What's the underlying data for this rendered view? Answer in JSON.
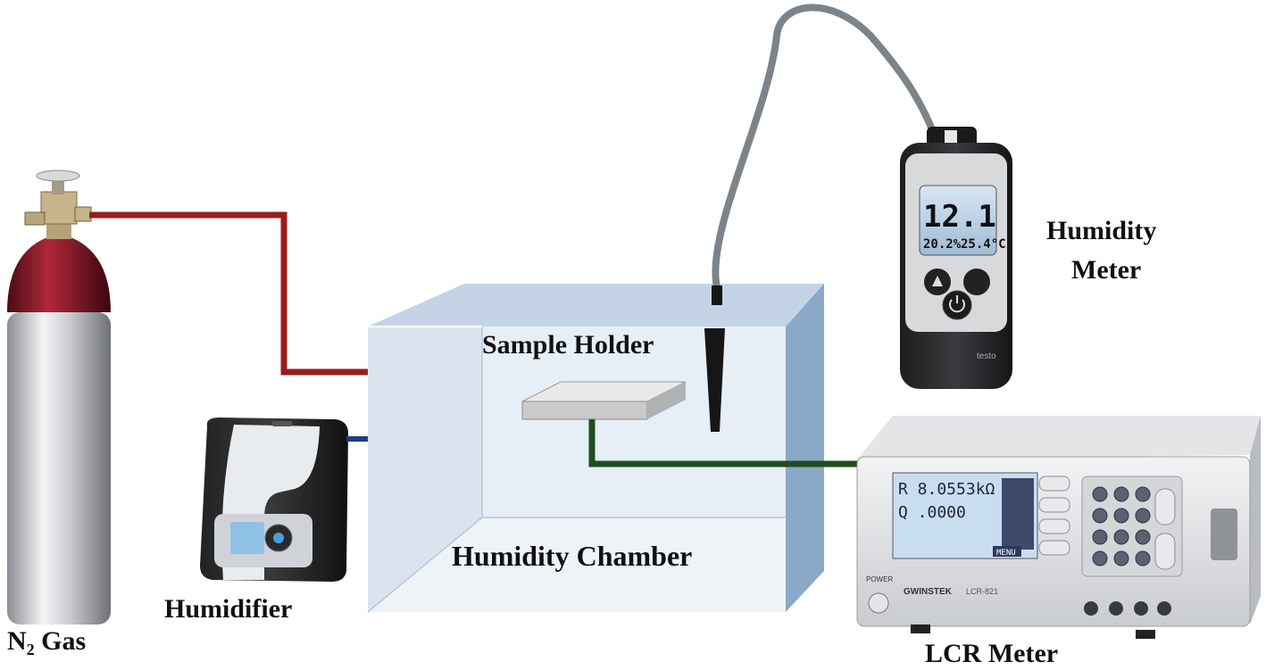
{
  "labels": {
    "n2_gas_main": "N",
    "n2_gas_sub": "2",
    "n2_gas_suffix": " Gas",
    "humidifier": "Humidifier",
    "sample_holder": "Sample Holder",
    "humidity_chamber": "Humidity Chamber",
    "humidity_meter_line1": "Humidity",
    "humidity_meter_line2": "Meter",
    "lcr_meter": "LCR Meter"
  },
  "humidity_meter_display": {
    "main": "12.1",
    "rh": "20.2%",
    "temp": "25.4°C",
    "brand": "testo"
  },
  "lcr_display": {
    "line1": "R  8.0553kΩ",
    "line2": "Q  .0000",
    "menu_label": "MENU",
    "brand": "GWINSTEK",
    "model": "LCR-821",
    "power_label": "POWER"
  },
  "colors": {
    "gas_line": "#9b1c1c",
    "water_line": "#1f3a8a",
    "signal_line": "#1f4d1f",
    "sensor_cable": "#7d8489",
    "chamber_front": "#e6eef6",
    "chamber_top": "#c4d4e6",
    "chamber_side": "#8aa8c8"
  }
}
